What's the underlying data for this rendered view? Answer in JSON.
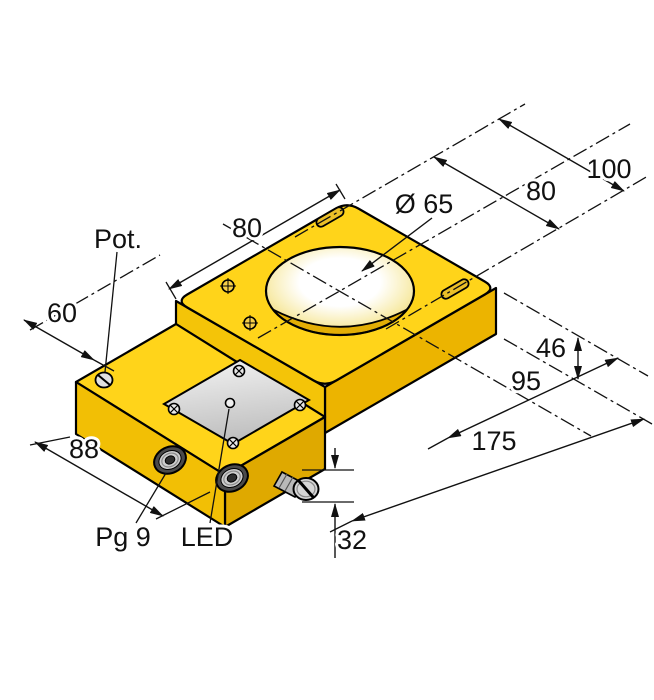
{
  "drawing": {
    "title": "Ring sensor dimensional drawing",
    "background": "#ffffff",
    "body_color": "#FFD41A",
    "side_color": "#ECB400",
    "plate_color": "#D9D9D9",
    "line_color": "#111111",
    "labels": {
      "dim_width": "100",
      "dim_slot": "80",
      "dim_hole": "Ø 65",
      "dim_top_left": "80",
      "pot": "Pot.",
      "dim_left": "60",
      "dim_thickness": "46",
      "dim_mid": "95",
      "dim_total": "175",
      "dim_base": "88",
      "gland": "Pg 9",
      "led": "LED",
      "dim_step": "32"
    }
  }
}
